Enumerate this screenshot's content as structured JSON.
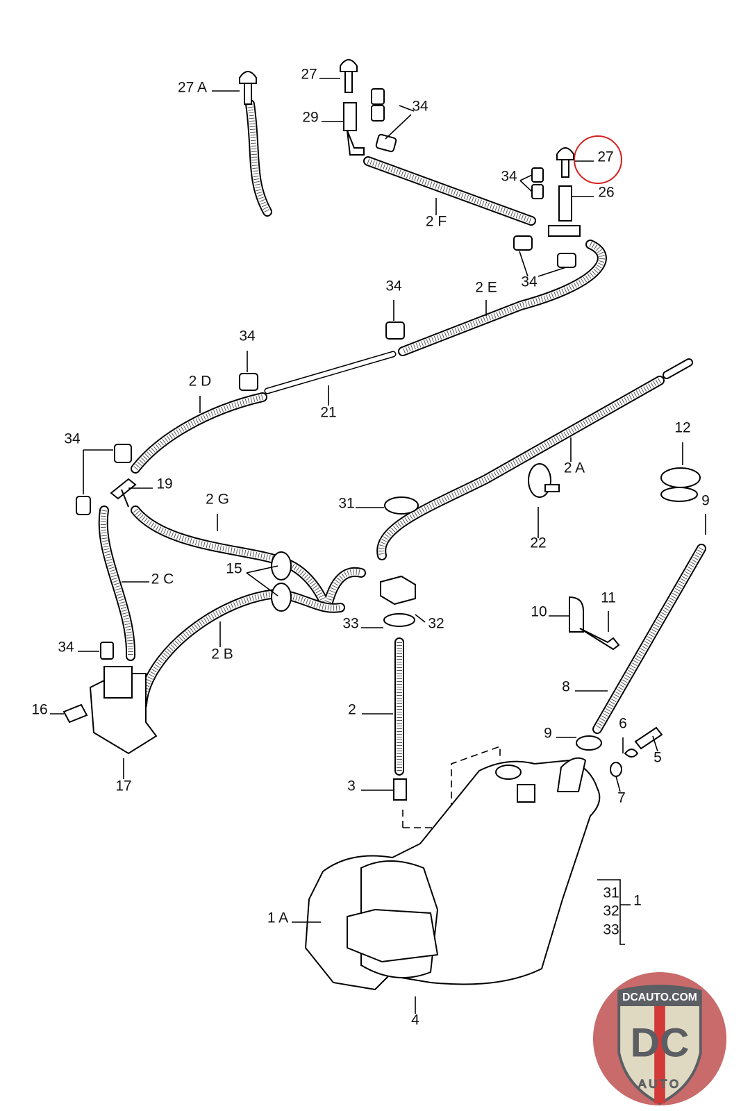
{
  "diagram": {
    "labels": [
      "27 A",
      "27",
      "34",
      "29",
      "27",
      "34",
      "26",
      "2 F",
      "34",
      "34",
      "2 E",
      "34",
      "2 D",
      "21",
      "34",
      "19",
      "2 A",
      "12",
      "2 G",
      "31",
      "22",
      "9",
      "15",
      "2 C",
      "10",
      "11",
      "33",
      "32",
      "34",
      "2 B",
      "8",
      "16",
      "2",
      "9",
      "6",
      "5",
      "17",
      "3",
      "7",
      "31",
      "32",
      "33",
      "1",
      "1 A",
      "4"
    ],
    "highlight_color": "#d62020",
    "highlighted_label_index": 4
  },
  "logo": {
    "text_top": "DCAUTO.COM",
    "text_main": "DC",
    "text_bottom": "AUTO",
    "colors": {
      "ring": "#c96b6b",
      "shield": "#e0d9c2",
      "letters": "#5b5e63",
      "stripe": "#d23a3a"
    }
  }
}
